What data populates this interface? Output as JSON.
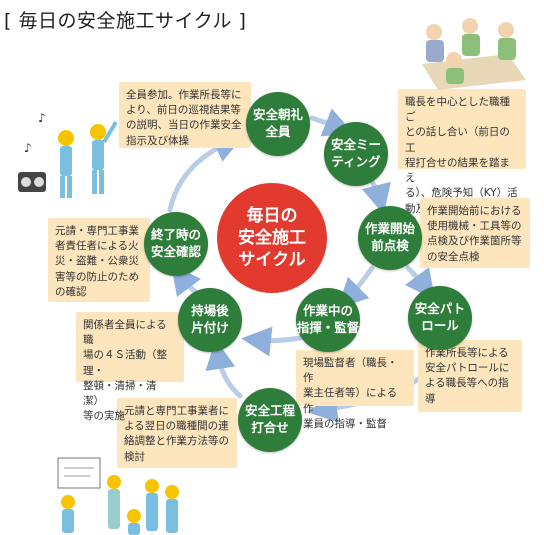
{
  "title": "[ 毎日の安全施工サイクル ]",
  "center": "毎日の\n安全施工\nサイクル",
  "nodes": {
    "chorei": "安全朝礼\n全員",
    "meeting": "安全ミー\nティング",
    "tenken": "作業開始\n前点検",
    "patrol": "安全パト\nロール",
    "kantoku": "作業中の\n指揮・監督",
    "uchiawase": "安全工程\n打合せ",
    "katazuke": "持場後\n片付け",
    "kakunin": "終了時の\n安全確認"
  },
  "notes": {
    "chorei": "全員参加。作業所長等に\nより、前日の巡視結果等\nの説明、当日の作業安全\n指示及び体操",
    "meeting": "職長を中心とした職種ご\nとの話し合い（前日の工\n程打合せの結果を踏まえ\nる）、危険予知（KY）活\n動及び新規入場者教育等",
    "tenken": "作業開始前における\n使用機械・工具等の\n点検及び作業箇所等\nの安全点検",
    "patrol": "作業所長等による\n安全パトロールに\nよる職長等への指\n導",
    "kantoku": "現場監督者（職長・作\n業主任者等）による作\n業員の指導・監督",
    "uchiawase": "元請と専門工事業者に\nよる翌日の職種間の連\n絡調整と作業方法等の\n検討",
    "katazuke": "関係者全員による職\n場の４Ｓ活動（整理・\n整頓・清掃・清潔）\n等の実施",
    "kakunin": "元請・専門工事業\n者責任者による火\n災・盗難・公衆災\n害等の防止のため\nの確認"
  },
  "colors": {
    "node": "#2e7d3a",
    "center": "#e23a2e",
    "note": "#fde5bd",
    "arrow": "#b9cde8"
  }
}
